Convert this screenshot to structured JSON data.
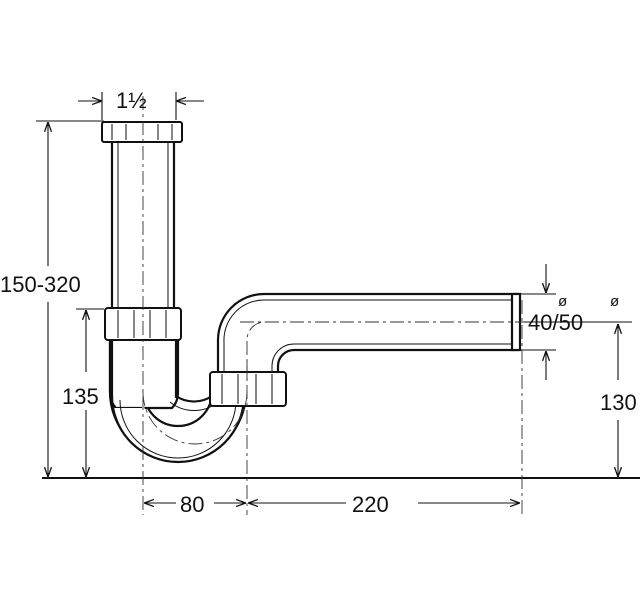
{
  "diagram": {
    "dimensions": {
      "inlet_diameter": "1½",
      "total_height": "150-320",
      "lower_height": "135",
      "outlet_height": "130",
      "trap_width": "80",
      "outlet_length": "220",
      "outlet_diameter": "40/50",
      "diameter_symbol": "ø"
    }
  }
}
